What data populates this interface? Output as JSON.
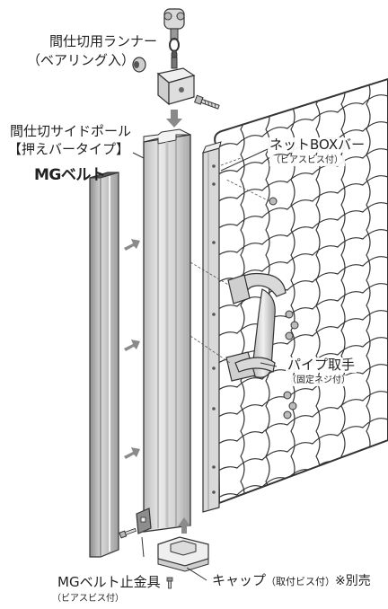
{
  "labels": {
    "runner": "間仕切用ランナー",
    "runner_sub": "（ベアリング入）",
    "side_pole": "間仕切サイドポール",
    "side_pole_type": "【押えバータイプ】",
    "mg_belt": "MGベルト",
    "net_box_bar": "ネットBOXバー",
    "net_box_bar_sub": "（ビアスビス付）",
    "pipe_handle": "パイプ取手",
    "pipe_handle_sub": "（固定ネジ付）",
    "mg_belt_stopper": "MGベルト止金具",
    "mg_belt_stopper_sub": "（ビアスビス付）",
    "cap": "キャップ",
    "cap_sub": "（取付ビス付）",
    "sold_separately": "※別売"
  },
  "colors": {
    "line": "#333333",
    "metal_light": "#e6e6e6",
    "metal_mid": "#c9c9c9",
    "metal_dark": "#9a9a9a",
    "arrow": "#8a8a8a",
    "belt_dark": "#7a7a7a"
  }
}
